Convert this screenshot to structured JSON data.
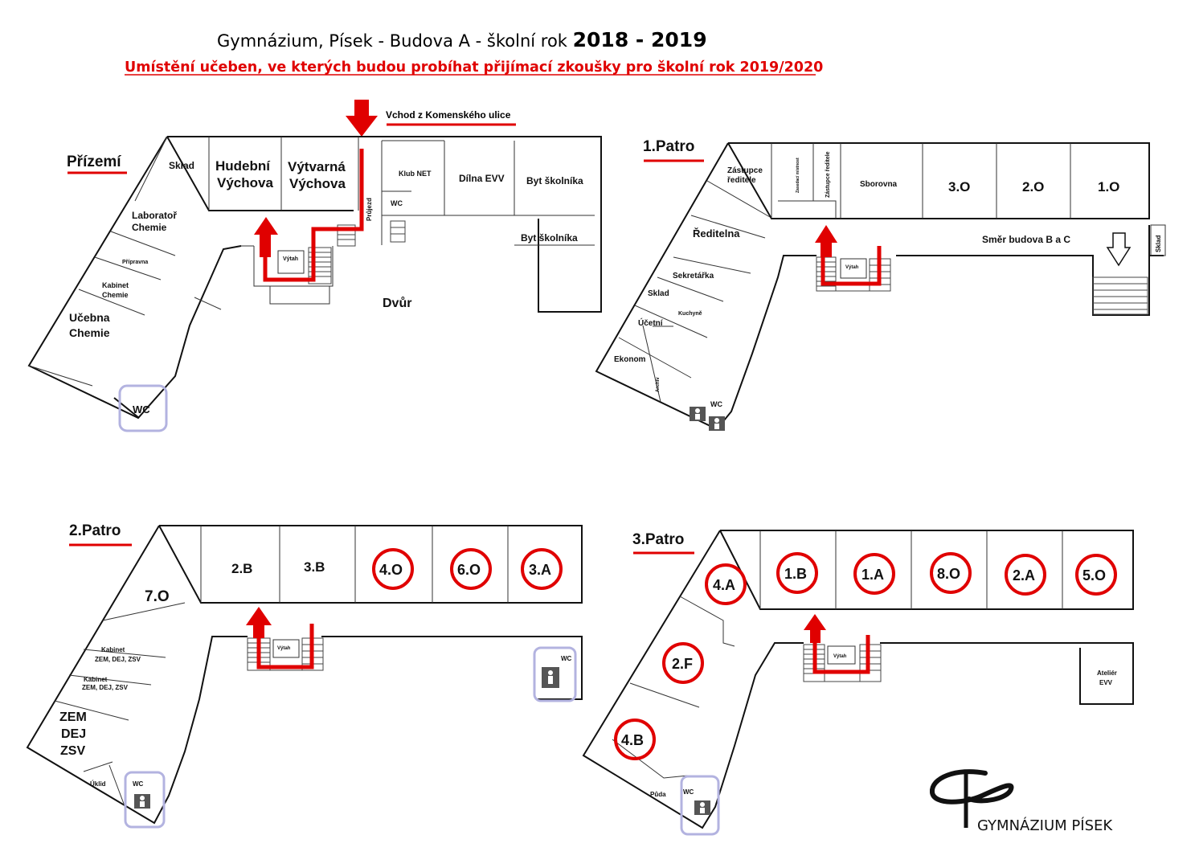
{
  "header": {
    "title_main": "Gymnázium, Písek - Budova A - školní rok ",
    "title_years": "2018 - 2019",
    "subtitle": "Umístění učeben, ve kterých budou probíhat přijímací zkoušky pro školní rok 2019/2020"
  },
  "entrance": {
    "label": "Vchod z Komenského ulice"
  },
  "ground_floor": {
    "label": "Přízemí",
    "rooms": {
      "sklad": "Sklad",
      "hudebni_1": "Hudební",
      "hudebni_2": "Výchova",
      "vytvarna_1": "Výtvarná",
      "vytvarna_2": "Výchova",
      "prujezd": "Průjezd",
      "wc_small": "WC",
      "klub": "Klub NET",
      "dilna": "Dílna EVV",
      "byt1": "Byt školníka",
      "byt2": "Byt školníka",
      "lab_1": "Laboratoř",
      "lab_2": "Chemie",
      "pripravna": "Přípravna",
      "kabinet_1": "Kabinet",
      "kabinet_2": "Chemie",
      "ucebna_1": "Učebna",
      "ucebna_2": "Chemie",
      "wc": "WC",
      "vytah": "Výtah",
      "dvur": "Dvůr"
    }
  },
  "first_floor": {
    "label": "1.Patro",
    "rooms": {
      "zastupce_1": "Zástupce",
      "zastupce_2": "ředitele",
      "zasedaci": "Zasedací místnost",
      "zastupce_v": "Zástupce ředitele",
      "sborovna": "Sborovna",
      "r3o": "3.O",
      "r2o": "2.O",
      "r1o": "1.O",
      "sklad": "Sklad",
      "reditelna": "Ředitelna",
      "smer": "Směr budova B a C",
      "sekretarka": "Sekretářka",
      "sklad2": "Sklad",
      "kuchyne": "Kuchyně",
      "ucetni": "Účetní",
      "ekonom": "Ekonom",
      "archiv": "Archiv",
      "wc": "WC",
      "vytah": "Výtah"
    }
  },
  "second_floor": {
    "label": "2.Patro",
    "rooms": {
      "r7o": "7.O",
      "r2b": "2.B",
      "r3b": "3.B",
      "r4o": "4.O",
      "r6o": "6.O",
      "r3a": "3.A",
      "kab1_1": "Kabinet",
      "kab1_2": "ZEM, DEJ, ZSV",
      "kab2_1": "Kabinet",
      "kab2_2": "ZEM, DEJ, ZSV",
      "zem": "ZEM",
      "dej": "DEJ",
      "zsv": "ZSV",
      "uklid": "Úklid",
      "wc": "WC",
      "wc2": "WC",
      "vytah": "Výtah"
    }
  },
  "third_floor": {
    "label": "3.Patro",
    "rooms": {
      "r4a": "4.A",
      "r1b": "1.B",
      "r1a": "1.A",
      "r8o": "8.O",
      "r2a": "2.A",
      "r5o": "5.O",
      "r2f": "2.F",
      "r4b": "4.B",
      "atelier_1": "Ateliér",
      "atelier_2": "EVV",
      "puda": "Půda",
      "wc": "WC",
      "vytah": "Výtah"
    }
  },
  "logo": {
    "text": "GYMNÁZIUM PÍSEK"
  },
  "colors": {
    "accent": "#e00000",
    "wc_frame": "#b3b3e0"
  },
  "icons": [
    "down-arrow-icon",
    "up-arrow-icon",
    "toilet-icon",
    "school-logo-icon"
  ]
}
